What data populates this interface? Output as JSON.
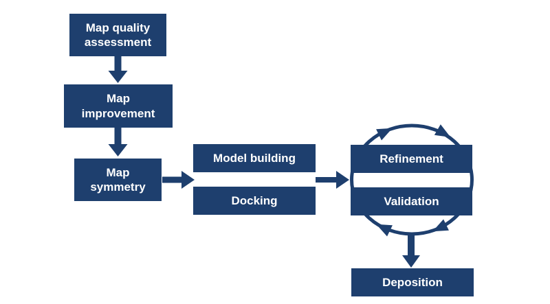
{
  "diagram": {
    "type": "flowchart",
    "colors": {
      "box_fill": "#1e3f6e",
      "box_text": "#ffffff",
      "arrow": "#1e3f6e",
      "background": "#ffffff"
    },
    "boxes": [
      {
        "id": "map-quality-assessment",
        "label": "Map quality\nassessment"
      },
      {
        "id": "map-improvement",
        "label": "Map\nimprovement"
      },
      {
        "id": "map-symmetry",
        "label": "Map\nsymmetry"
      },
      {
        "id": "model-building",
        "label": "Model building"
      },
      {
        "id": "docking",
        "label": "Docking"
      },
      {
        "id": "refinement",
        "label": "Refinement"
      },
      {
        "id": "validation",
        "label": "Validation"
      },
      {
        "id": "deposition",
        "label": "Deposition"
      }
    ],
    "edges": [
      {
        "from": "map-quality-assessment",
        "to": "map-improvement"
      },
      {
        "from": "map-improvement",
        "to": "map-symmetry"
      },
      {
        "from": "map-symmetry",
        "to": "model-building / docking"
      },
      {
        "from": "model-building / docking",
        "to": "refinement / validation"
      },
      {
        "from": "refinement / validation",
        "to": "deposition"
      }
    ],
    "cycle": {
      "around": [
        "Refinement",
        "Validation"
      ],
      "direction": "clockwise",
      "arrowhead_count": 4
    }
  }
}
